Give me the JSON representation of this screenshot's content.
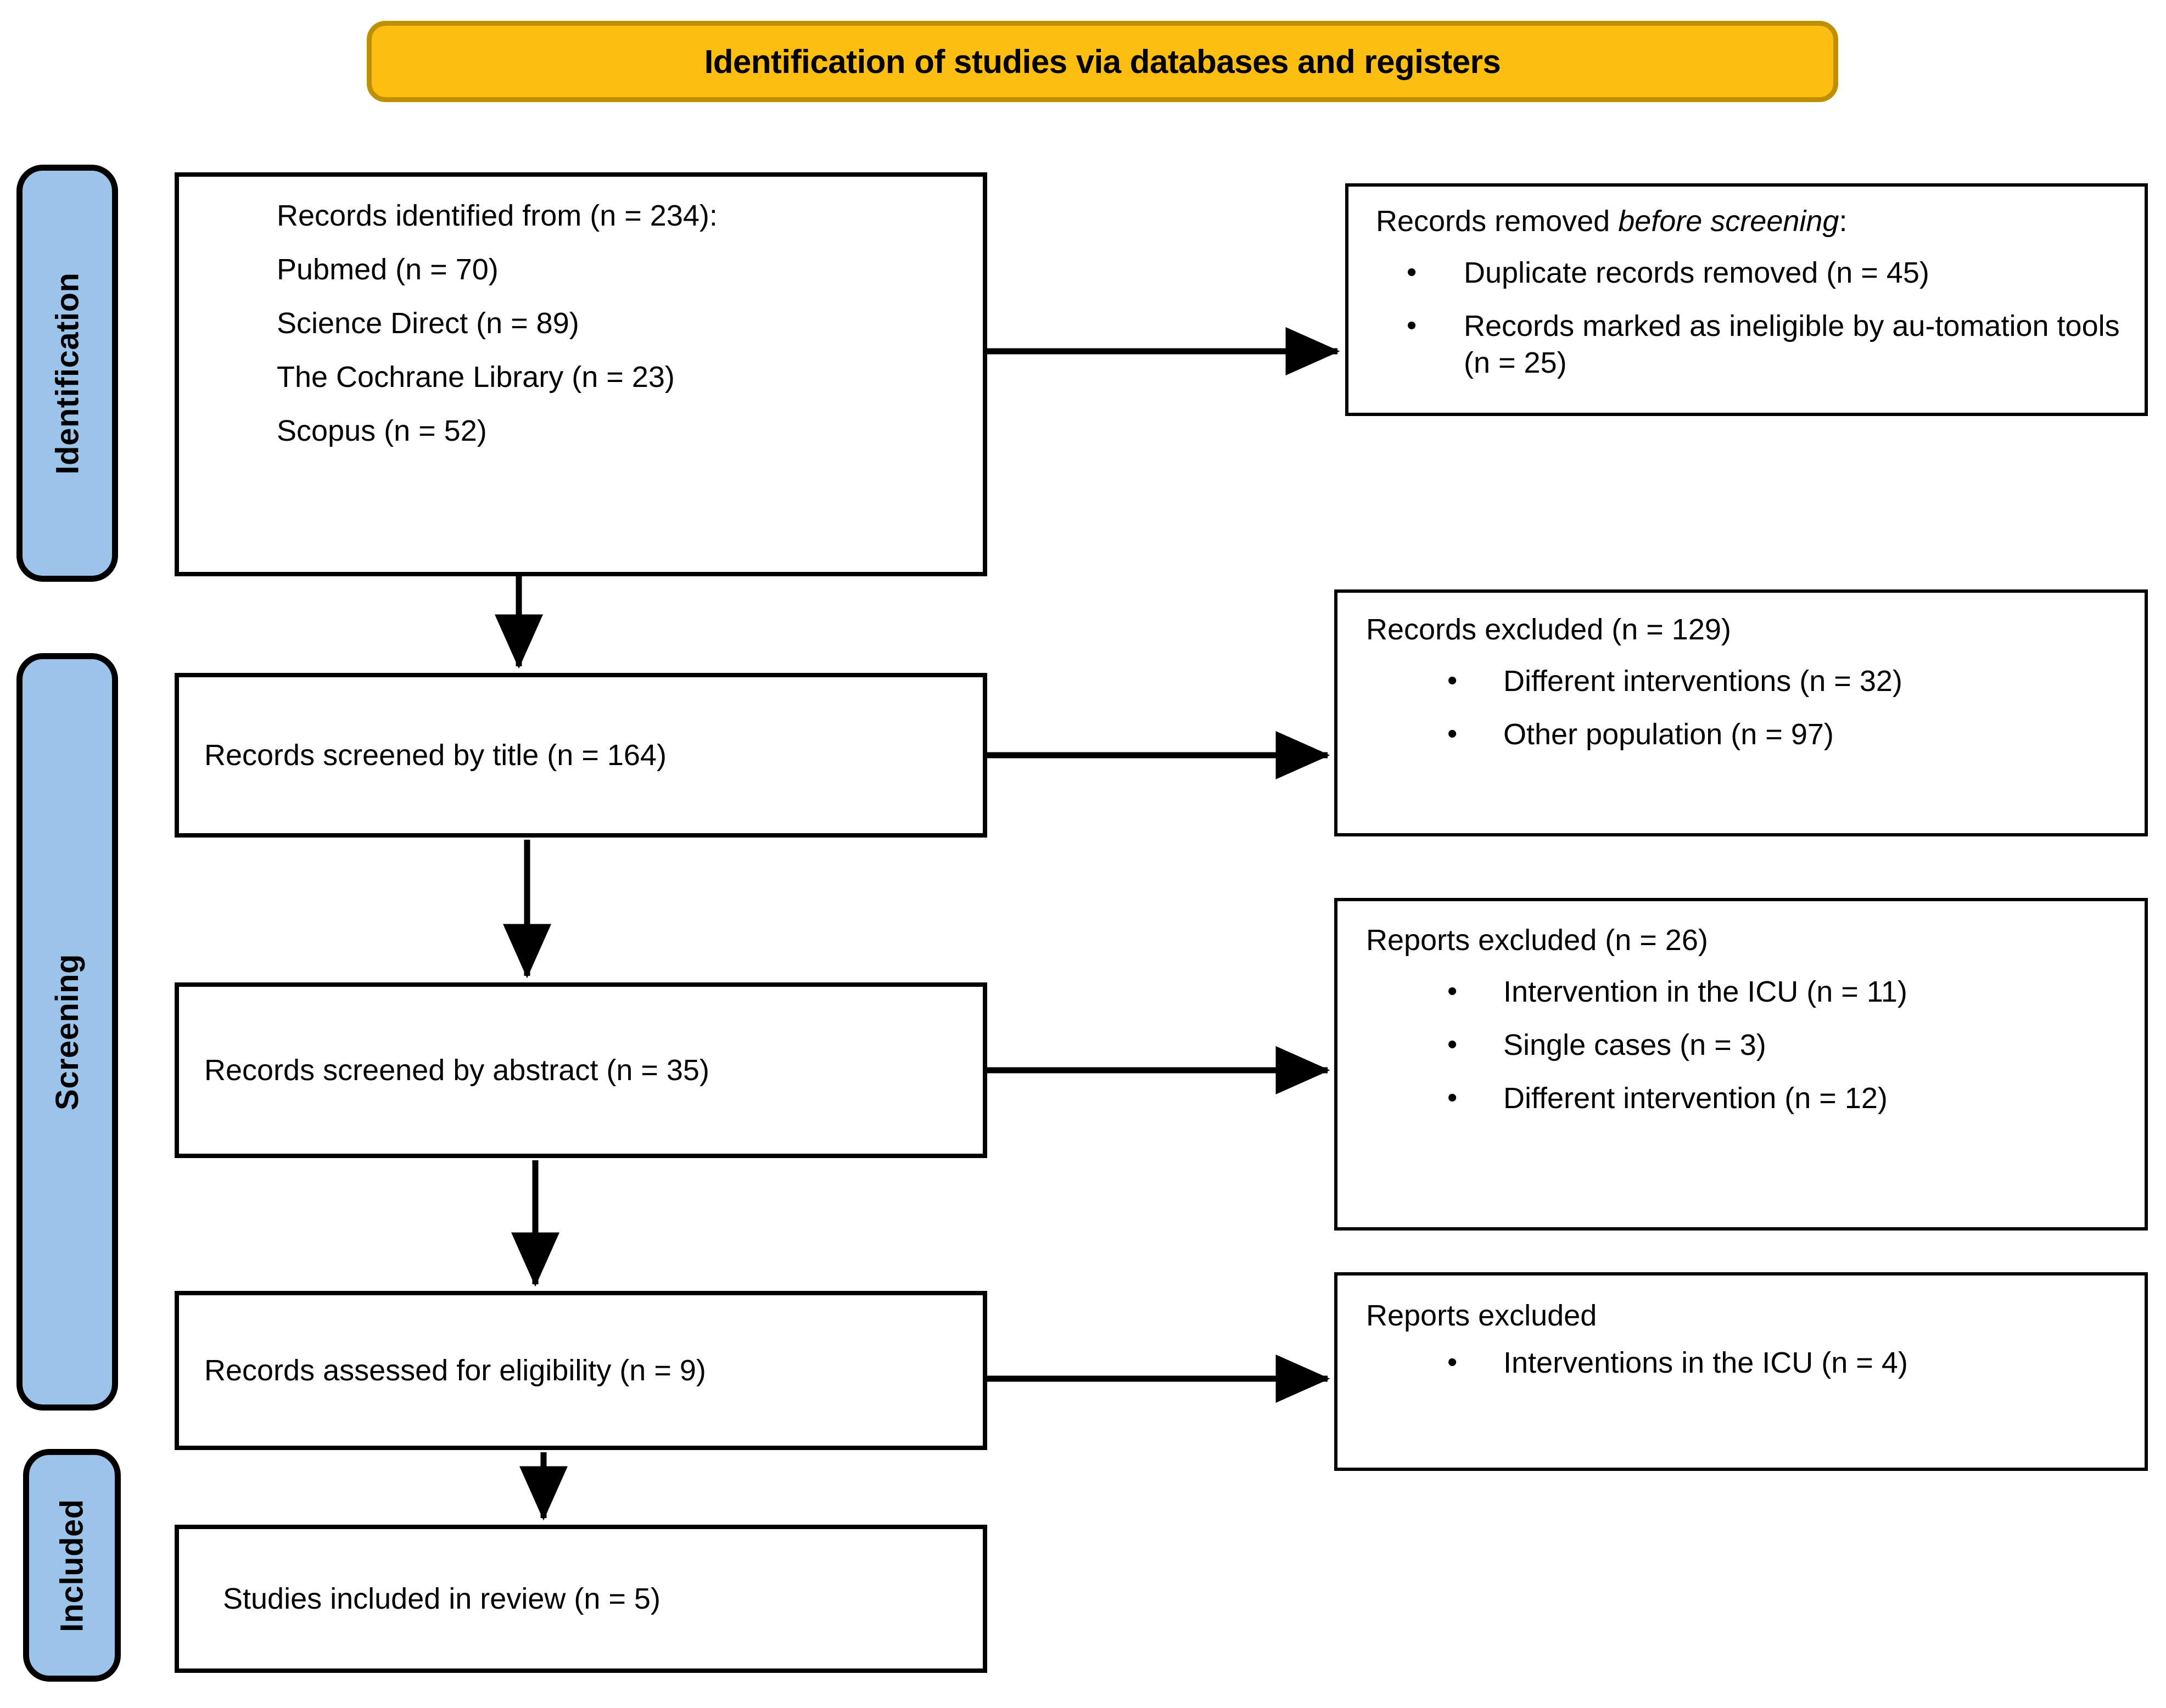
{
  "header": {
    "title": "Identification of studies via databases and registers",
    "banner_color": "#FCBE10",
    "banner_border_color": "#BF8F00"
  },
  "phases": {
    "accent_color": "#9CC3E9",
    "items": [
      {
        "id": "identification",
        "label": "Identification"
      },
      {
        "id": "screening",
        "label": "Screening"
      },
      {
        "id": "included",
        "label": "Included"
      }
    ]
  },
  "flow": {
    "identified": {
      "lines": [
        "Records identified from (n = 234):",
        "Pubmed (n = 70)",
        "Science Direct (n = 89)",
        "The Cochrane Library (n = 23)",
        "Scopus (n = 52)"
      ]
    },
    "removed": {
      "heading_prefix": "Records removed ",
      "heading_italic": "before screening",
      "heading_suffix": ":",
      "bullets": [
        "Duplicate records removed   (n = 45)",
        "Records marked as ineligible by au-tomation tools (n = 25)"
      ]
    },
    "screened_title": {
      "text": "Records screened by title (n = 164)"
    },
    "excluded_title": {
      "heading": "Records excluded (n = 129)",
      "bullets": [
        "Different interventions (n = 32)",
        "Other population (n = 97)"
      ]
    },
    "screened_abstract": {
      "text": "Records screened by abstract (n = 35)"
    },
    "excluded_abstract": {
      "heading": "Reports excluded (n = 26)",
      "bullets": [
        "Intervention in the ICU (n = 11)",
        "Single cases (n = 3)",
        "Different intervention (n = 12)"
      ]
    },
    "eligibility": {
      "text": "Records assessed for eligibility (n = 9)"
    },
    "excluded_eligibility": {
      "heading": "Reports excluded",
      "bullets": [
        "Interventions in the ICU (n = 4)"
      ]
    },
    "included": {
      "text": "Studies included in review (n = 5)"
    }
  }
}
